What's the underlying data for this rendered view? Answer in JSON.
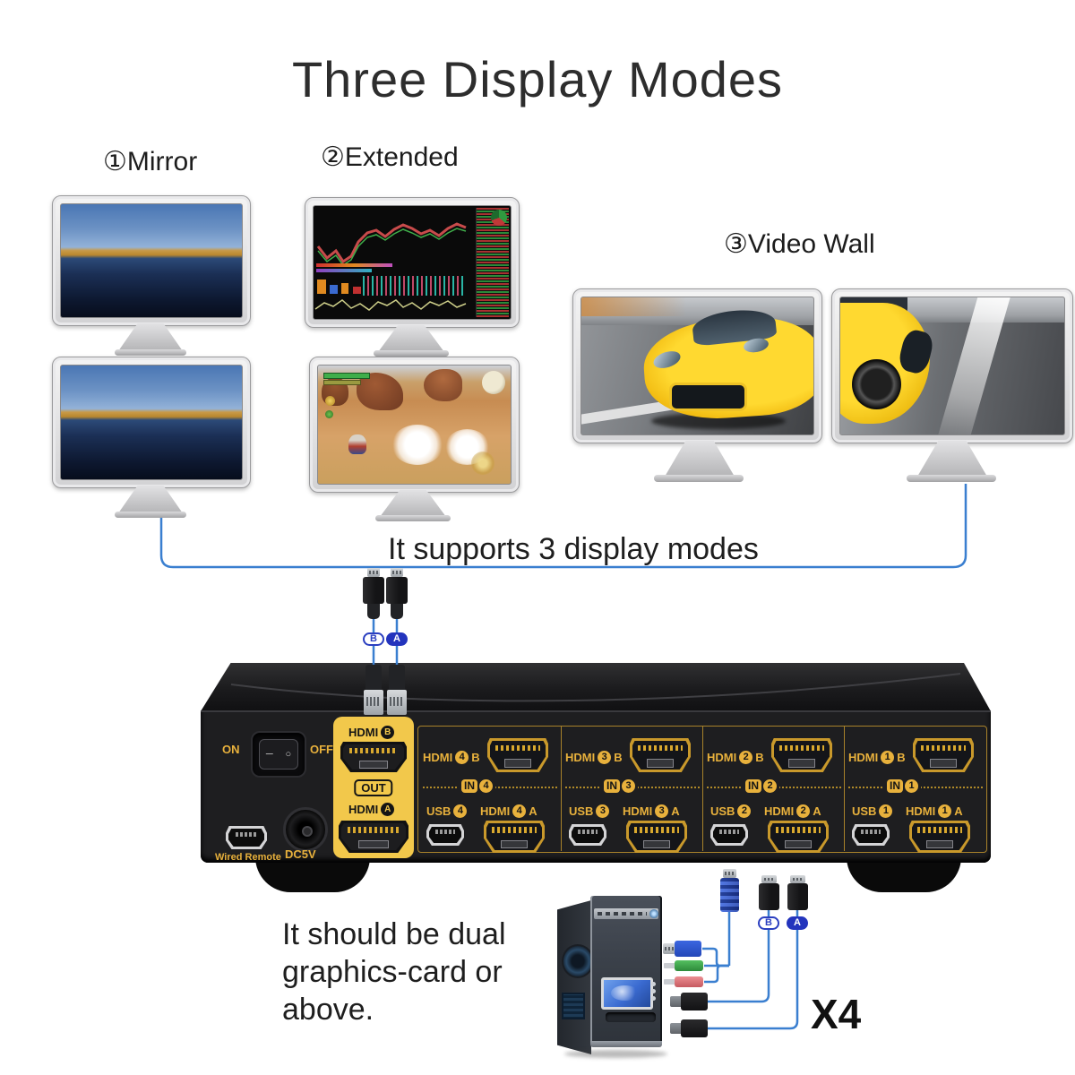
{
  "title": "Three Display Modes",
  "modes": {
    "mirror_label": "①Mirror",
    "extended_label": "②Extended",
    "video_wall_label": "③Video Wall"
  },
  "support_note": "It supports 3 display modes",
  "top_cables": {
    "b": "B",
    "a": "A"
  },
  "bottom_cables": {
    "b": "B",
    "a": "A"
  },
  "device": {
    "power_on": "ON",
    "power_off": "OFF",
    "wired_remote": "Wired Remote",
    "dc_power": "DC5V",
    "out_panel": {
      "hdmi_b_text": "HDMI",
      "b_badge": "B",
      "out": "OUT",
      "hdmi_a_text": "HDMI",
      "a_badge": "A"
    },
    "inputs": [
      {
        "hdmi": "HDMI",
        "num": "4",
        "b": "B",
        "in": "IN",
        "usb": "USB",
        "hdmi2": "HDMI",
        "a": "A"
      },
      {
        "hdmi": "HDMI",
        "num": "3",
        "b": "B",
        "in": "IN",
        "usb": "USB",
        "hdmi2": "HDMI",
        "a": "A"
      },
      {
        "hdmi": "HDMI",
        "num": "2",
        "b": "B",
        "in": "IN",
        "usb": "USB",
        "hdmi2": "HDMI",
        "a": "A"
      },
      {
        "hdmi": "HDMI",
        "num": "1",
        "b": "B",
        "in": "IN",
        "usb": "USB",
        "hdmi2": "HDMI",
        "a": "A"
      }
    ]
  },
  "notes": {
    "line1": "It should be dual",
    "line2": "graphics-card or",
    "line3": "above."
  },
  "multiplier": "X4",
  "colors": {
    "accent_blue": "#3a7fd0",
    "device_gold": "#e8b13c",
    "panel_yellow": "#f2c84b"
  }
}
